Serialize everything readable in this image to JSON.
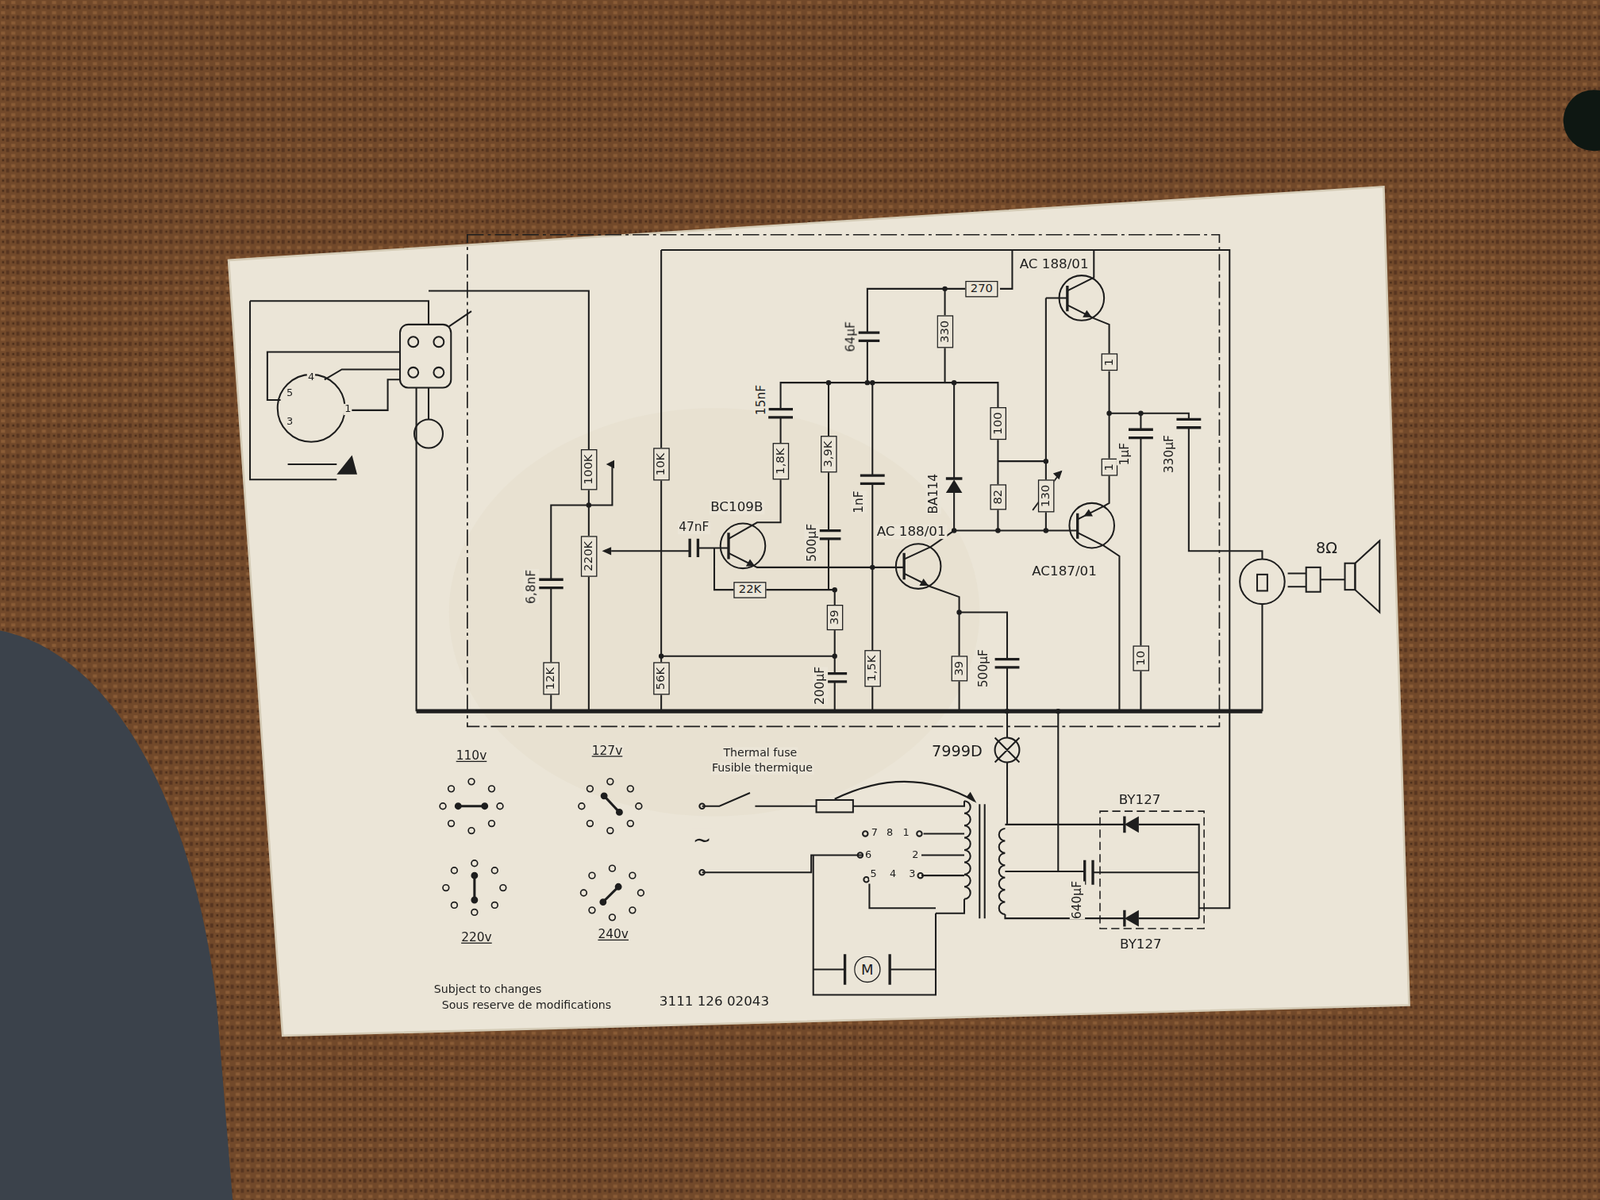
{
  "diagram": {
    "nodes": [
      {
        "text": [
          "100K"
        ]
      },
      {
        "text": [
          "220K"
        ]
      },
      {
        "text": [
          "12K"
        ]
      },
      {
        "text": [
          "10K"
        ]
      },
      {
        "text": [
          "56K"
        ]
      },
      {
        "text": [
          "22K"
        ]
      },
      {
        "text": [
          "1,8K"
        ]
      },
      {
        "text": [
          "3,9K"
        ]
      },
      {
        "text": [
          "39"
        ]
      },
      {
        "text": [
          "1,5K"
        ]
      },
      {
        "text": [
          "270"
        ]
      },
      {
        "text": [
          "330"
        ]
      },
      {
        "text": [
          "39"
        ]
      },
      {
        "text": [
          "100"
        ]
      },
      {
        "text": [
          "82"
        ]
      },
      {
        "text": [
          "130"
        ]
      },
      {
        "text": [
          "1"
        ]
      },
      {
        "text": [
          "1"
        ]
      },
      {
        "text": [
          "10"
        ]
      },
      {
        "text": [
          "M"
        ]
      }
    ],
    "edges": [
      {
        "from": 0,
        "to": 1,
        "arrow": "none"
      },
      {
        "from": 13,
        "to": 14,
        "arrow": "none"
      },
      {
        "from": 16,
        "to": 17,
        "arrow": "none"
      },
      {
        "from": 10,
        "to": 11,
        "arrow": "none"
      }
    ],
    "labels": [
      "BC109B",
      "AC 188/01",
      "AC 188/01",
      "AC187/01",
      "BA114",
      "15nF",
      "64µF",
      "1nF",
      "500µF",
      "47nF",
      "6,8nF",
      "200µF",
      "500µF",
      "1µF",
      "330µF",
      "8Ω",
      "7999D",
      "Thermal fuse",
      "Fusible thermique",
      "~",
      "110v",
      "127v",
      "220v",
      "240v",
      "BY127",
      "BY127",
      "640µF",
      "Subject to changes",
      "Sous reserve de modifications",
      "3111 126 02043",
      "5",
      "4",
      "3",
      "1",
      "7",
      "8",
      "1",
      "6",
      "2",
      "5",
      "4",
      "3"
    ]
  }
}
